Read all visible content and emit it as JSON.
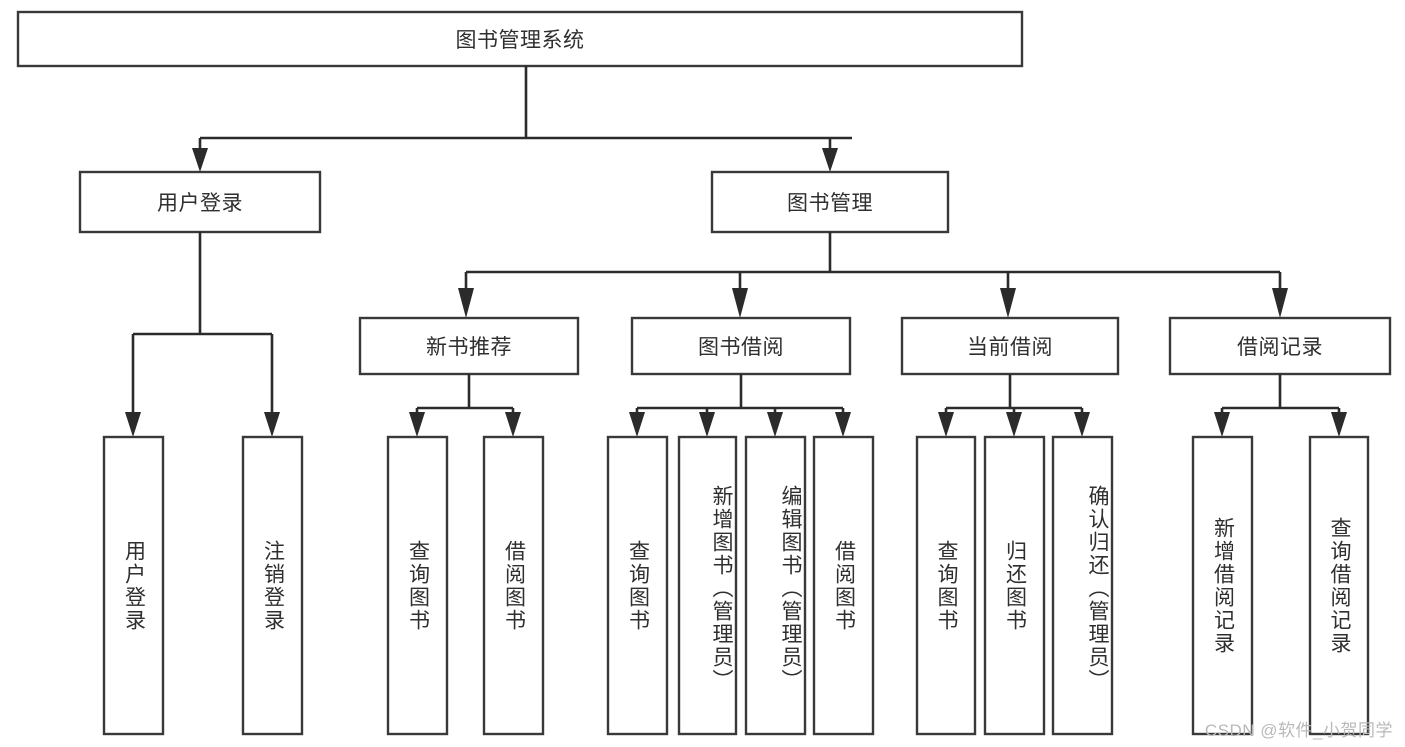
{
  "diagram": {
    "title": "图书管理系统",
    "type": "tree-hierarchy-chart",
    "watermark": "CSDN @软件_小贺同学",
    "root": {
      "label": "图书管理系统"
    },
    "level2": [
      {
        "label": "用户登录"
      },
      {
        "label": "图书管理"
      }
    ],
    "level3": [
      {
        "label": "新书推荐"
      },
      {
        "label": "图书借阅"
      },
      {
        "label": "当前借阅"
      },
      {
        "label": "借阅记录"
      }
    ],
    "leaves": {
      "user_login": [
        {
          "label": "用户登录"
        },
        {
          "label": "注销登录"
        }
      ],
      "new_book_recommend": [
        {
          "label": "查询图书"
        },
        {
          "label": "借阅图书"
        }
      ],
      "book_borrow": [
        {
          "label": "查询图书"
        },
        {
          "label": "新增图书（管理员）"
        },
        {
          "label": "编辑图书（管理员）"
        },
        {
          "label": "借阅图书"
        }
      ],
      "current_borrow": [
        {
          "label": "查询图书"
        },
        {
          "label": "归还图书"
        },
        {
          "label": "确认归还（管理员）"
        }
      ],
      "borrow_record": [
        {
          "label": "新增借阅记录"
        },
        {
          "label": "查询借阅记录"
        }
      ]
    },
    "colors": {
      "box_stroke": "#393939",
      "connector": "#2b2b2b",
      "text": "#2f2f2f",
      "background": "#ffffff",
      "watermark": "#b9b9b9"
    }
  }
}
